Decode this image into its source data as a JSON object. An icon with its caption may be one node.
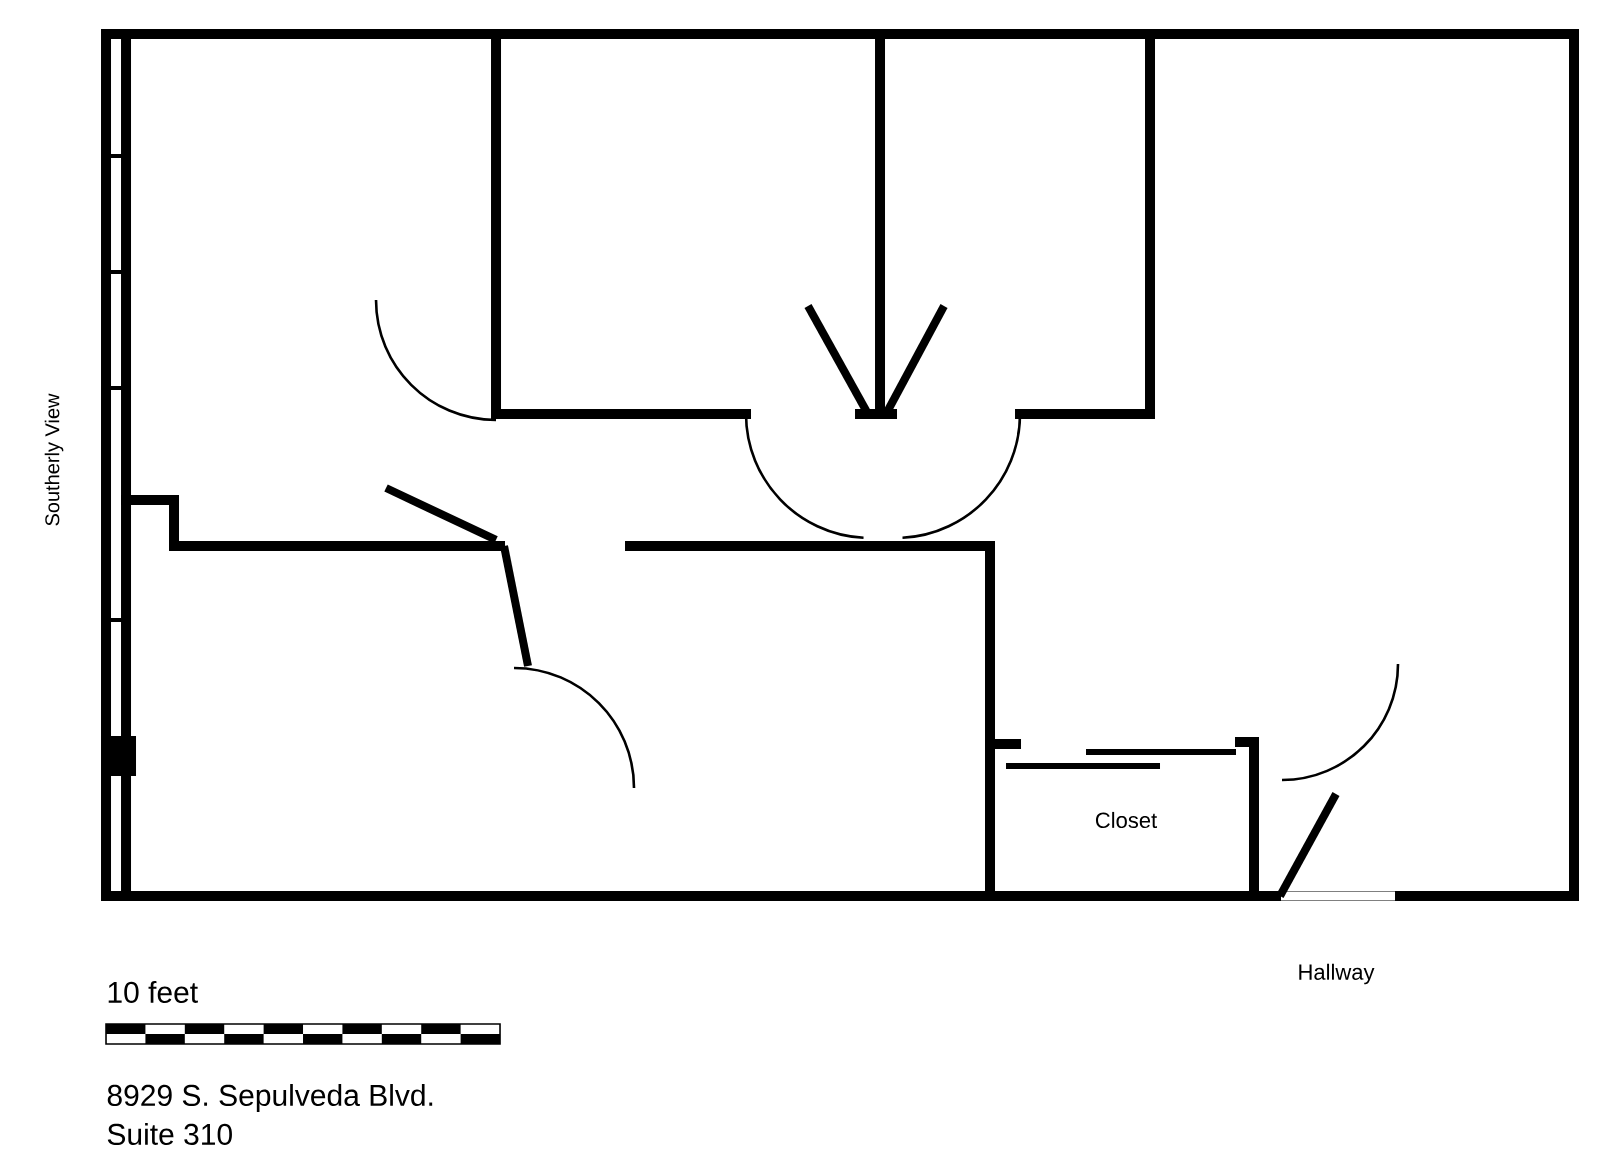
{
  "diagram": {
    "labels": [
      "Southerly View",
      "Closet",
      "Hallway",
      "10 feet",
      "8929 S. Sepulveda Blvd.",
      "Suite 310"
    ]
  }
}
